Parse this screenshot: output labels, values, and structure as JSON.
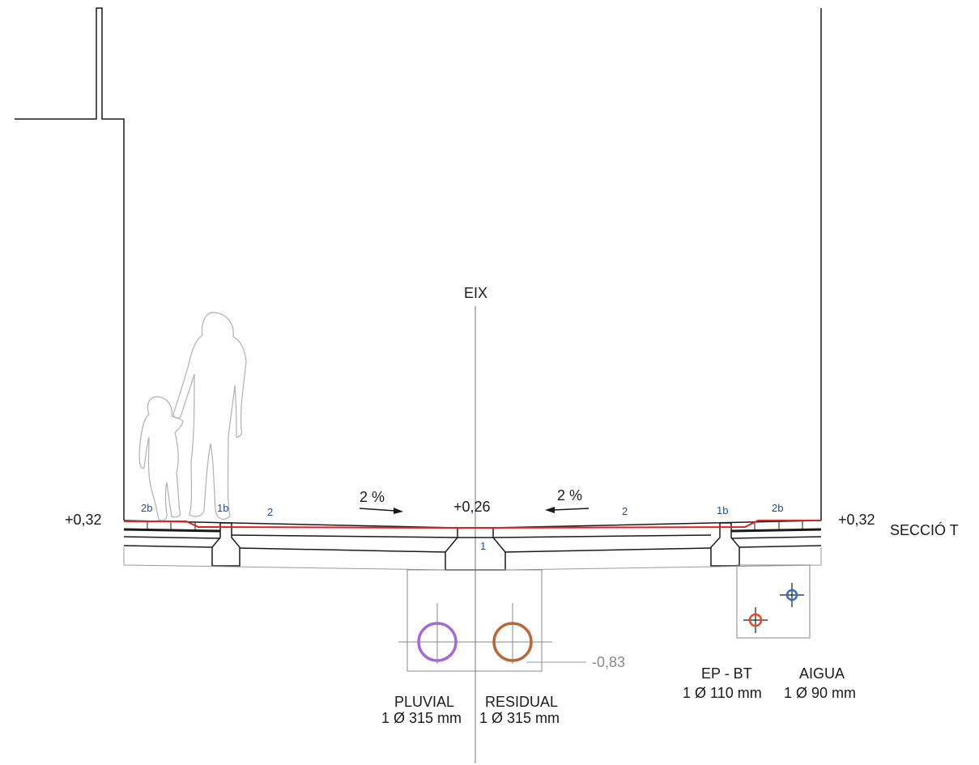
{
  "axis_label": "EIX",
  "section_label": "SECCIÓ T",
  "levels": {
    "left": "+0,32",
    "center": "+0,26",
    "right": "+0,32",
    "pipe_depth": "-0,83"
  },
  "slopes": {
    "left": "2 %",
    "right": "2 %"
  },
  "layer_codes": {
    "left_2b": "2b",
    "left_1b": "1b",
    "left_2": "2",
    "center_1": "1",
    "right_2": "2",
    "right_1b": "1b",
    "right_2b": "2b"
  },
  "services": {
    "pluvial": {
      "name": "PLUVIAL",
      "spec": "1 Ø 315 mm",
      "color": "#a46ad6"
    },
    "residual": {
      "name": "RESIDUAL",
      "spec": "1 Ø 315 mm",
      "color": "#b8683b"
    },
    "ep_bt": {
      "name": "EP - BT",
      "spec": "1 Ø 110 mm",
      "color": "#e04a2a"
    },
    "aigua": {
      "name": "AIGUA",
      "spec": "1 Ø 90 mm",
      "color": "#2f6fc4"
    }
  },
  "colors": {
    "pavement_line": "#e02020",
    "label_blue": "#1f4e9a",
    "line": "#1a1a1a",
    "trench": "#888888"
  }
}
